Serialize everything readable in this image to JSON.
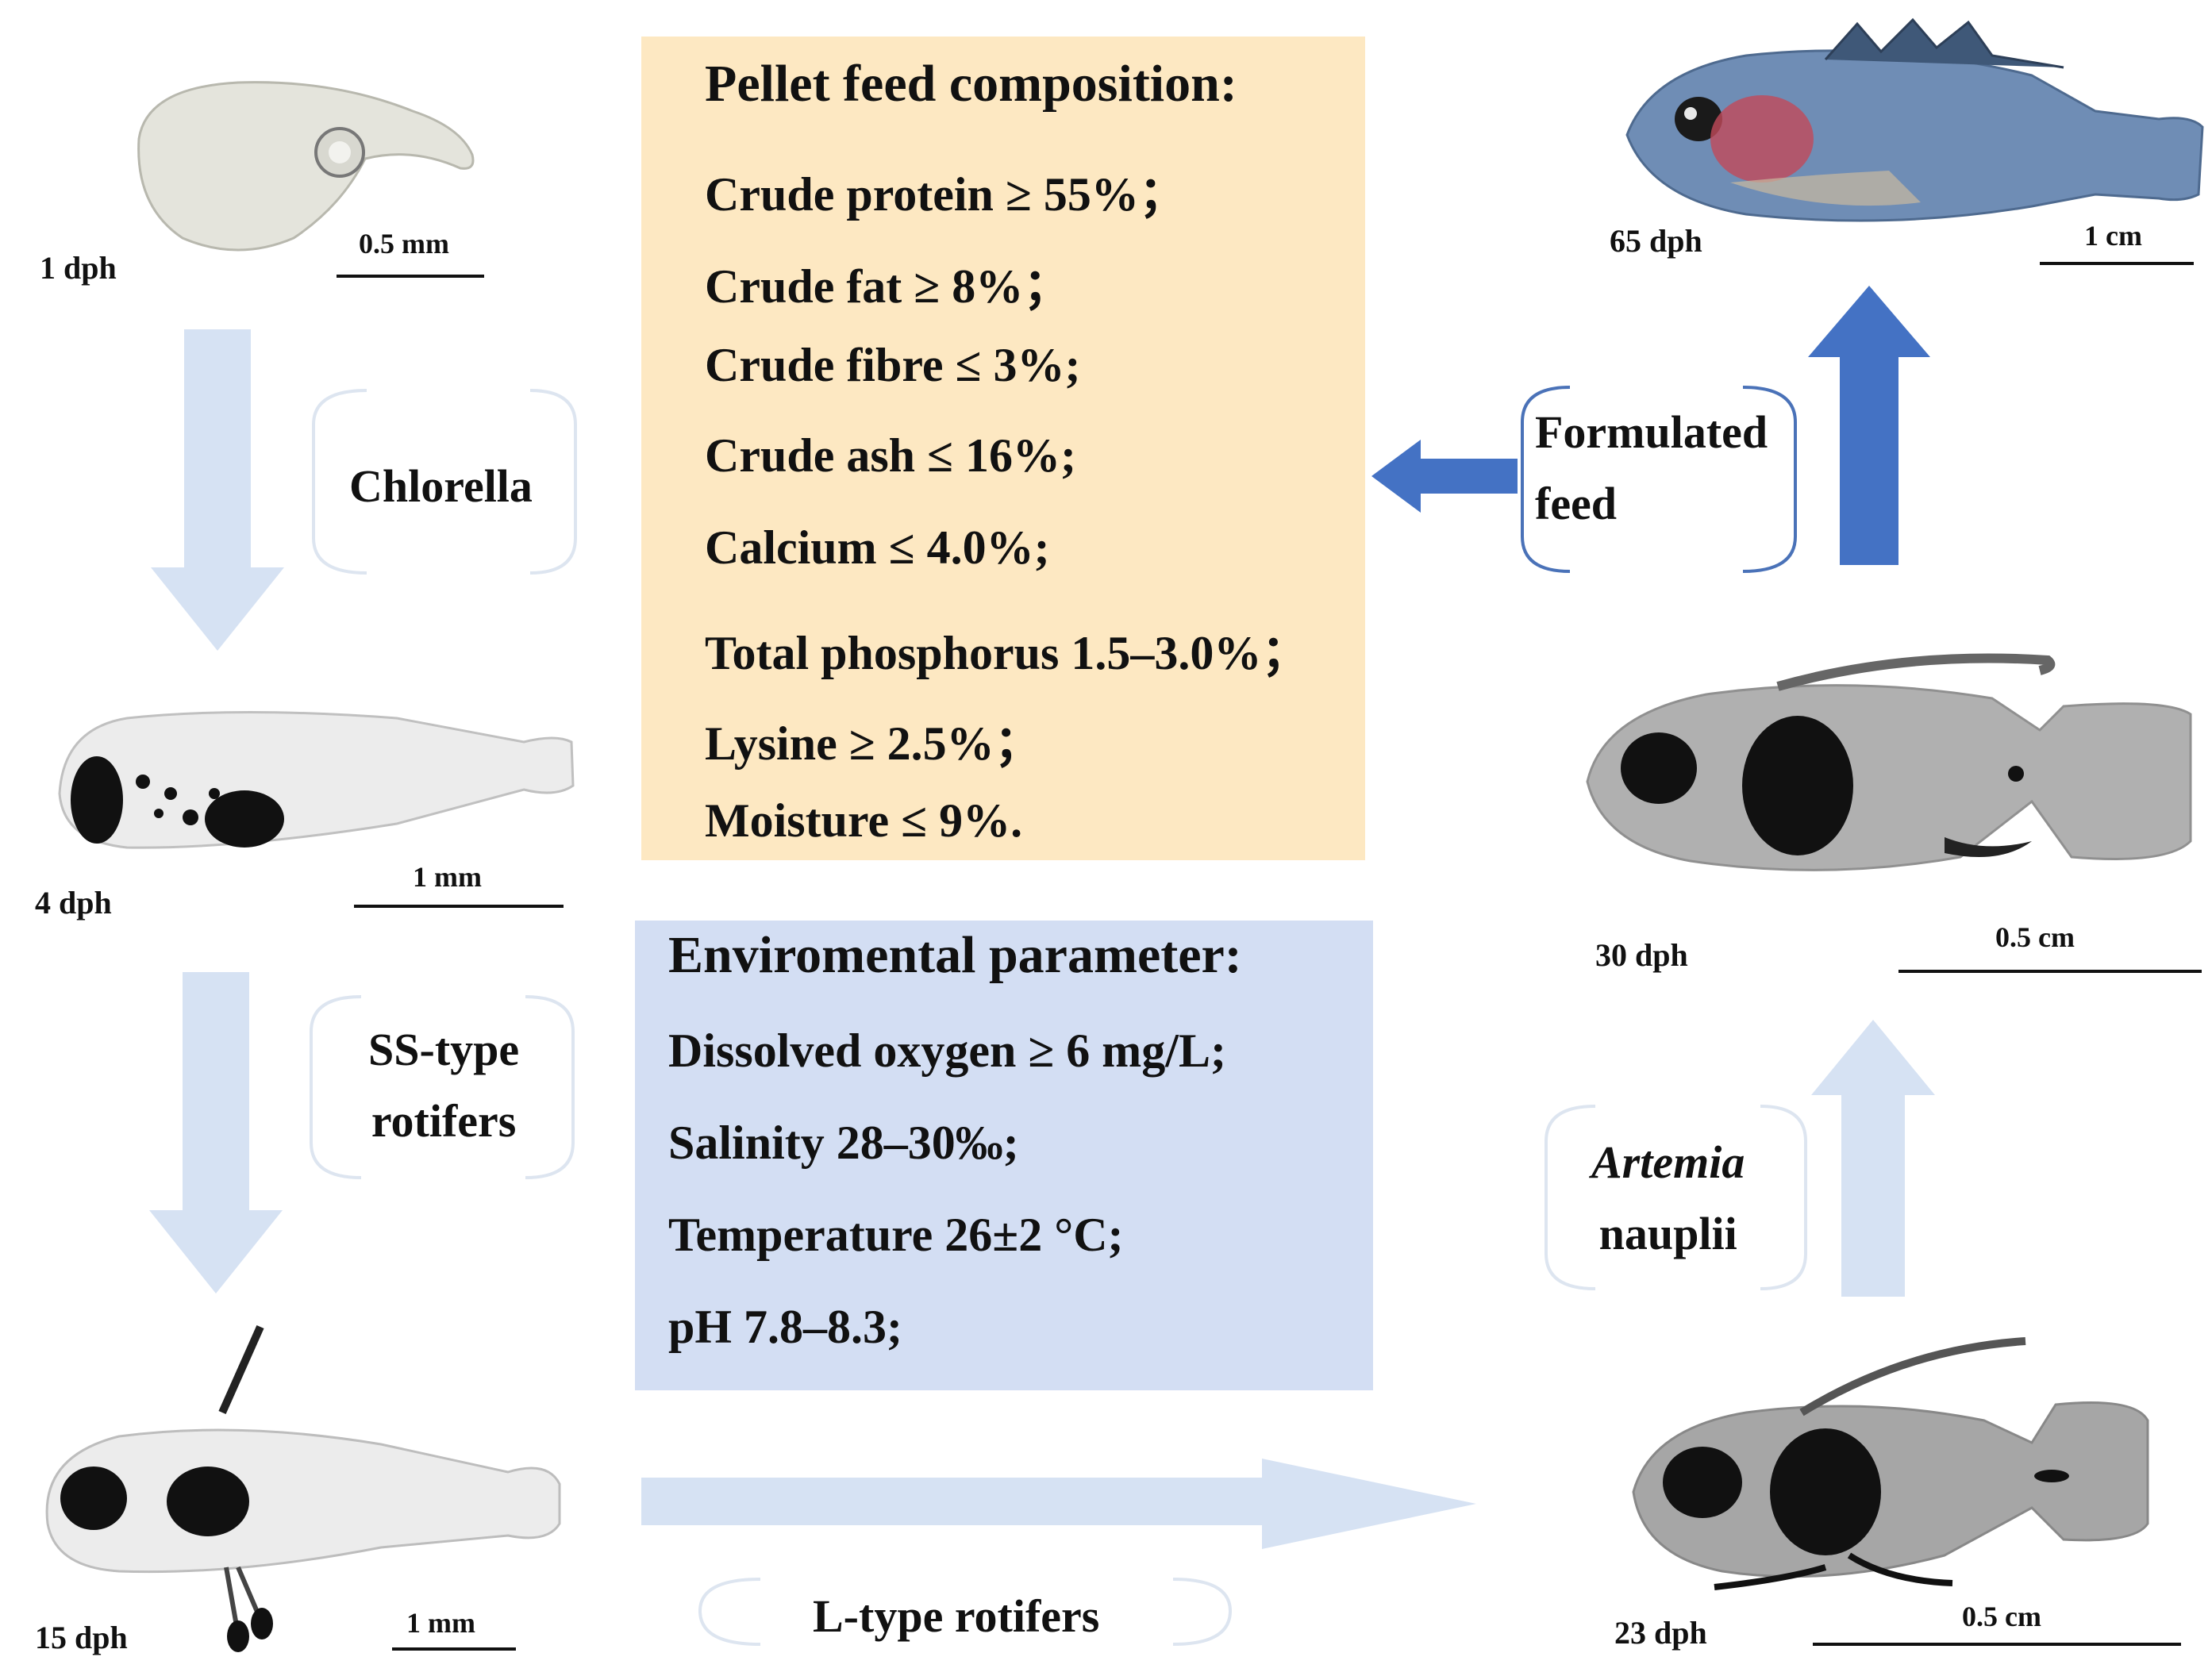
{
  "stages": [
    {
      "id": "s1",
      "label": "1 dph",
      "scale": "0.5 mm"
    },
    {
      "id": "s4",
      "label": "4 dph",
      "scale": "1 mm"
    },
    {
      "id": "s15",
      "label": "15 dph",
      "scale": "1 mm"
    },
    {
      "id": "s23",
      "label": "23 dph",
      "scale": "0.5 cm"
    },
    {
      "id": "s30",
      "label": "30 dph",
      "scale": "0.5 cm"
    },
    {
      "id": "s65",
      "label": "65 dph",
      "scale": "1 cm"
    }
  ],
  "feeds": {
    "chlorella": "Chlorella",
    "ss_rotifers_line1": "SS-type",
    "ss_rotifers_line2": "rotifers",
    "l_rotifers": "L-type rotifers",
    "artemia_line1": "Artemia",
    "artemia_line2": "nauplii",
    "formulated_line1": "Formulated",
    "formulated_line2": "feed"
  },
  "pellet_feed": {
    "title": "Pellet feed composition:",
    "items": [
      "Crude protein ≥ 55%；",
      "Crude fat ≥ 8%；",
      "Crude fibre ≤ 3%;",
      "Crude ash ≤ 16%;",
      "Calcium ≤ 4.0%;",
      "Total phosphorus 1.5–3.0%；",
      "Lysine ≥ 2.5%；",
      "Moisture ≤ 9%."
    ]
  },
  "environment": {
    "title": "Enviromental parameter:",
    "items": [
      "Dissolved oxygen ≥ 6 mg/L;",
      "Salinity 28–30‰;",
      "Temperature 26±2 °C;",
      "pH 7.8–8.3;"
    ]
  },
  "colors": {
    "light_arrow": "#d6e2f3",
    "dark_arrow": "#4472c4",
    "feed_box": "#fde8c2",
    "env_box": "#d3def3",
    "bracket": "#dde5f0",
    "bracket_dark": "#4a72b8"
  }
}
